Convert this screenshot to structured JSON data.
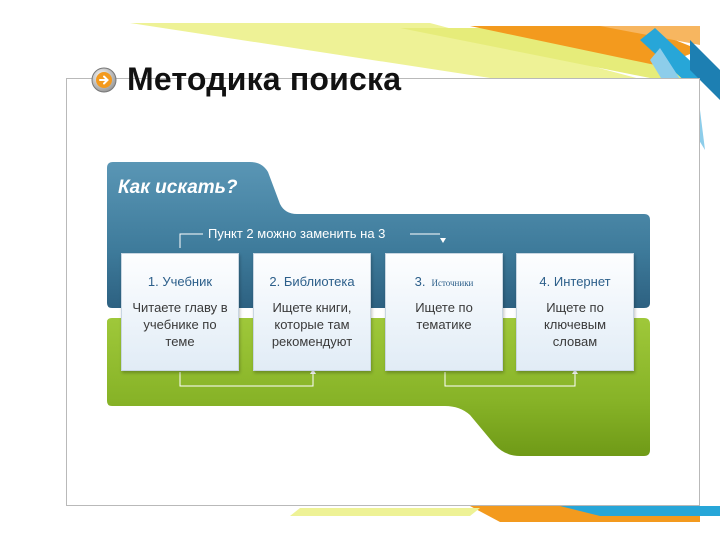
{
  "slide": {
    "title": "Методика поиска",
    "icon": "arrow-circle-icon"
  },
  "diagram": {
    "heading": "Как искать?",
    "note": "Пункт 2 можно заменить на 3",
    "steps": [
      {
        "title": "1. Учебник",
        "text": "Читаете главу в учебнике по теме"
      },
      {
        "title": "2. Библиотека",
        "text": "Ищете книги, которые там рекомендуют"
      },
      {
        "title": "3.",
        "subtitle": "Источники",
        "text": "Ищете по тематике"
      },
      {
        "title": "4. Интернет",
        "text": "Ищете по ключевым словам"
      }
    ]
  },
  "colors": {
    "blue_band": "#4a87a6",
    "green_band": "#8ab52a",
    "accent_orange": "#f39a1e",
    "accent_yellow": "#e9ee8c"
  }
}
